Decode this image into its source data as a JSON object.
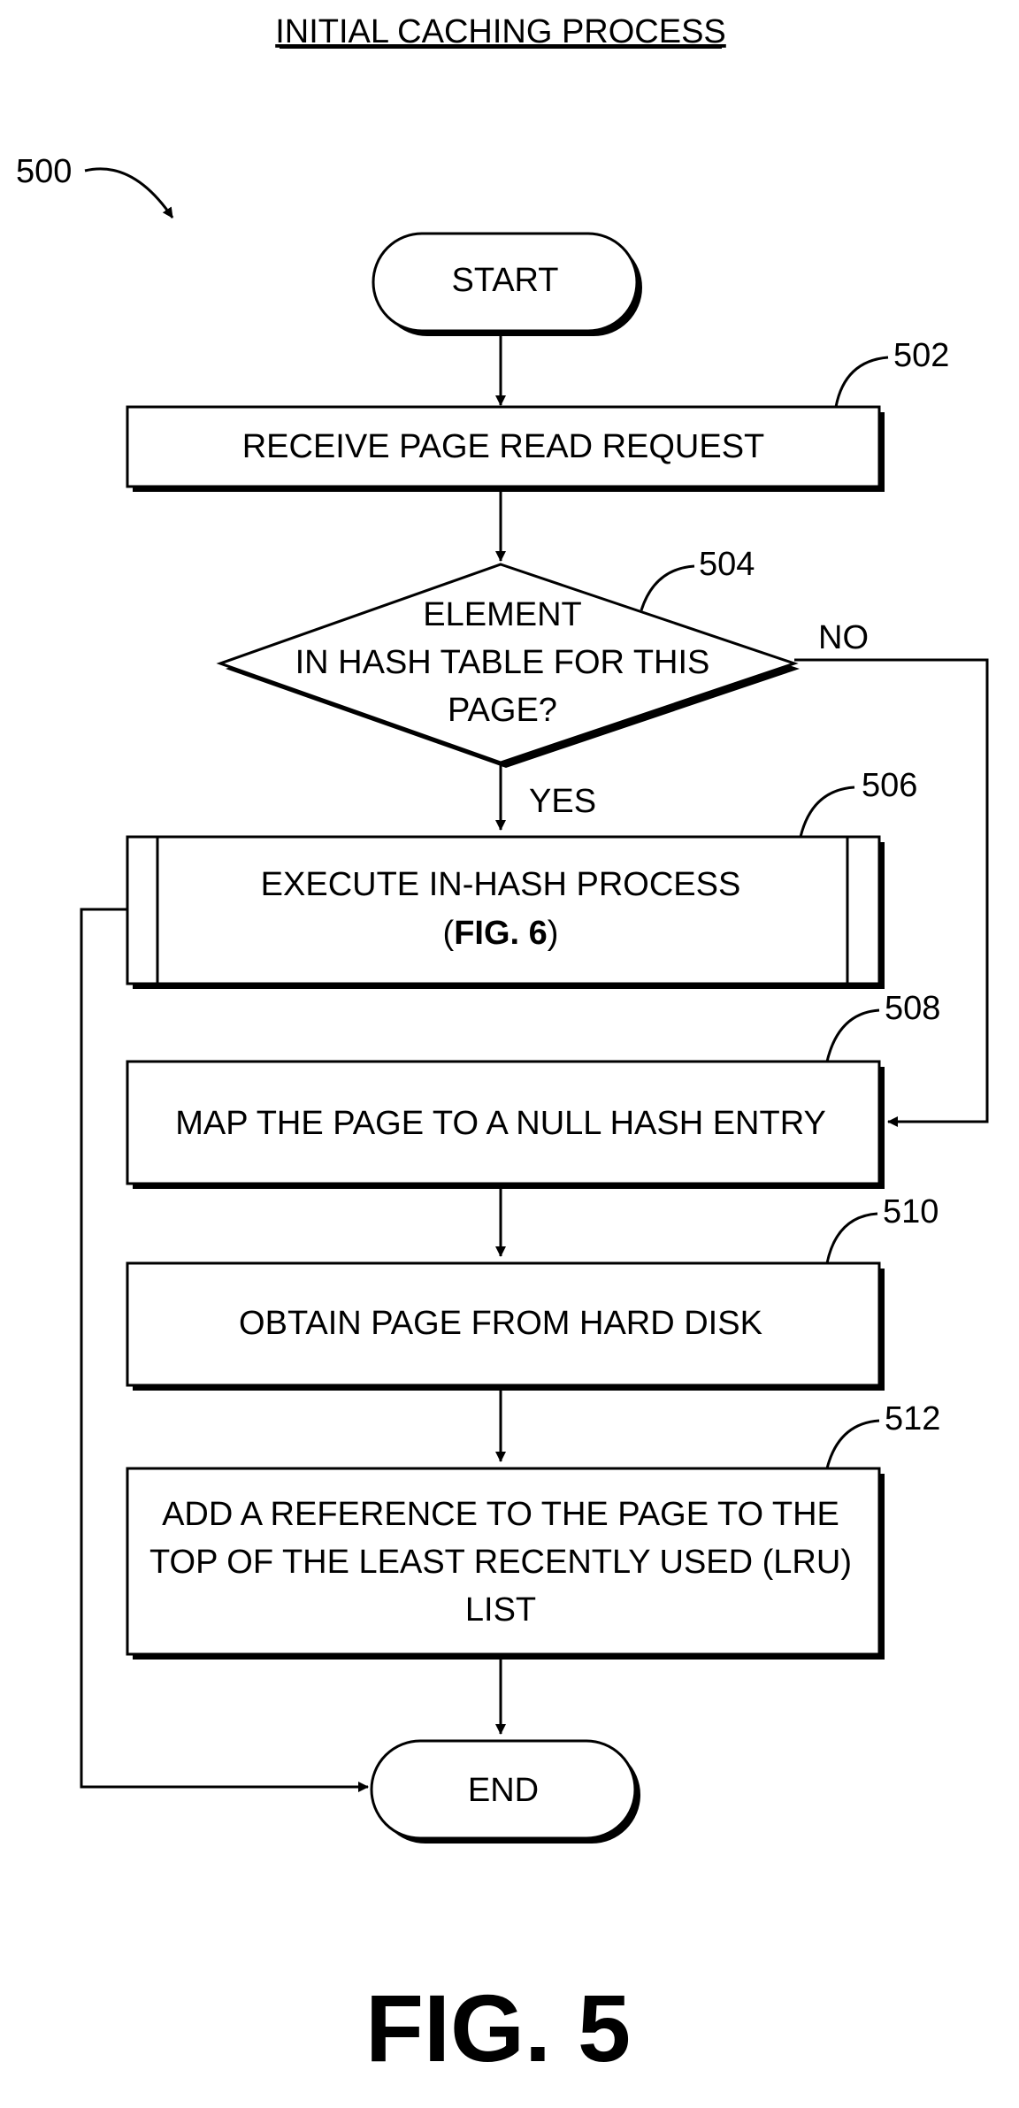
{
  "title": "INITIAL CACHING PROCESS",
  "figure_ref": "500",
  "figure_label": "FIG. 5",
  "nodes": {
    "start": {
      "label": "START"
    },
    "n502": {
      "ref": "502",
      "label": "RECEIVE PAGE READ REQUEST"
    },
    "n504": {
      "ref": "504",
      "lines": [
        "ELEMENT",
        "IN HASH TABLE FOR THIS",
        "PAGE?"
      ]
    },
    "n506": {
      "ref": "506",
      "line1": "EXECUTE IN-HASH PROCESS",
      "line2_open": "(",
      "line2_bold": "FIG. 6",
      "line2_close": ")"
    },
    "n508": {
      "ref": "508",
      "label": "MAP THE PAGE TO A NULL HASH ENTRY"
    },
    "n510": {
      "ref": "510",
      "label": "OBTAIN PAGE FROM HARD DISK"
    },
    "n512": {
      "ref": "512",
      "lines": [
        "ADD A REFERENCE TO THE PAGE TO THE",
        "TOP OF THE LEAST RECENTLY USED (LRU)",
        "LIST"
      ]
    },
    "end": {
      "label": "END"
    }
  },
  "edges": {
    "yes_label": "YES",
    "no_label": "NO"
  }
}
